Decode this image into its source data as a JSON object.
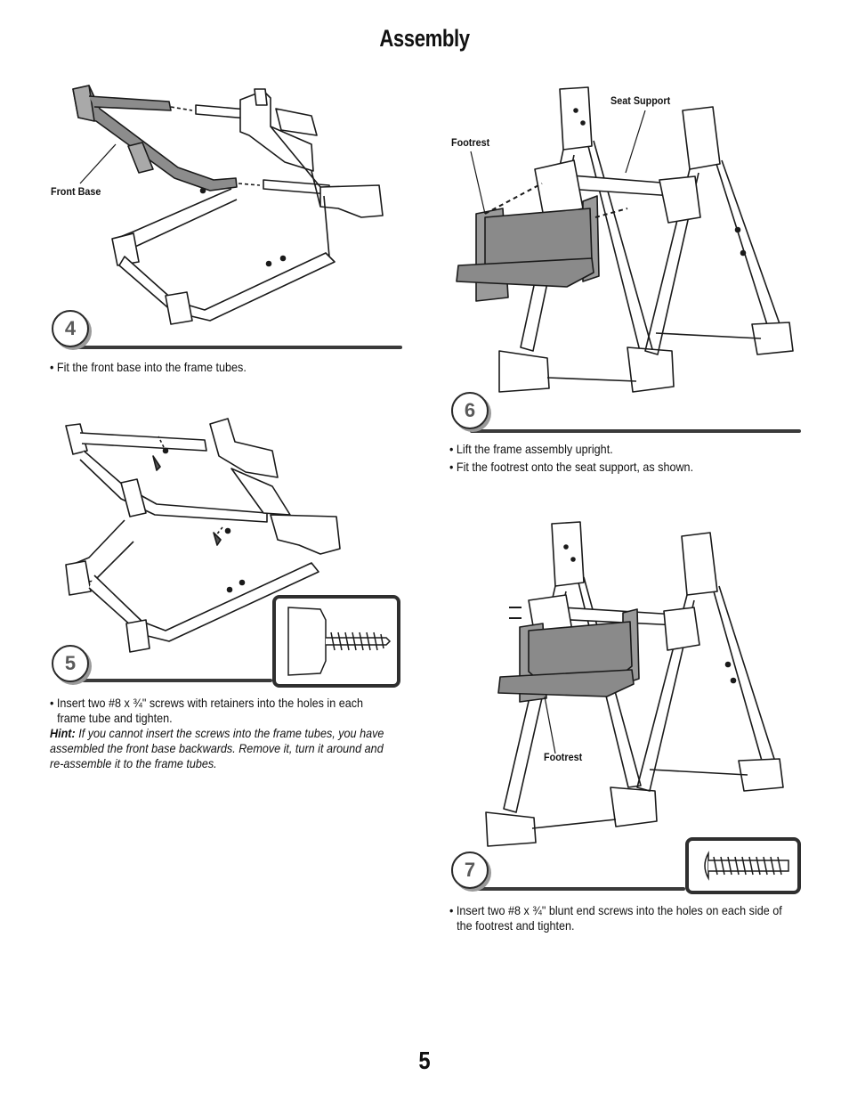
{
  "page": {
    "title": "Assembly",
    "page_number": "5"
  },
  "steps": [
    {
      "number": "4",
      "callouts": [
        "Front Base"
      ],
      "bullets": [
        "Fit the front base into the frame tubes."
      ]
    },
    {
      "number": "5",
      "bullets": [
        "Insert two #8 x ¾\" screws with retainers into the holes in each frame tube and tighten."
      ],
      "hint_label": "Hint:",
      "hint_text": " If you cannot insert the screws into the frame tubes, you have assembled the front base backwards. Remove it, turn it around and re-assemble it to the frame tubes."
    },
    {
      "number": "6",
      "callouts": [
        "Seat Support",
        "Footrest"
      ],
      "bullets": [
        "Lift the frame assembly upright.",
        "Fit the footrest onto the seat support, as shown."
      ]
    },
    {
      "number": "7",
      "callouts": [
        "Footrest"
      ],
      "bullets": [
        "Insert two #8 x ¾\" blunt end screws into the holes on each side of the footrest and tighten."
      ]
    }
  ]
}
